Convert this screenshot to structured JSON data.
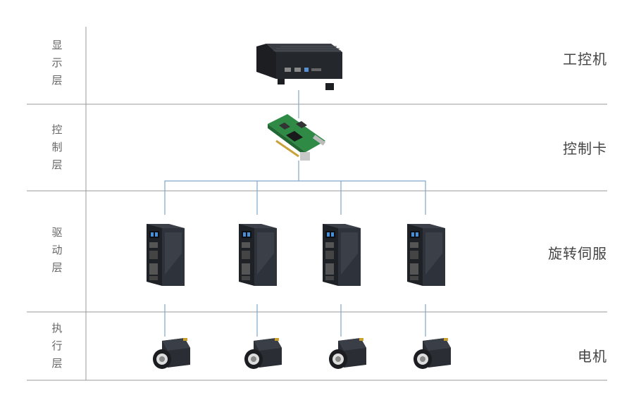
{
  "layers": [
    {
      "label": [
        "显",
        "示",
        "层"
      ],
      "device": "工控机"
    },
    {
      "label": [
        "控",
        "制",
        "层"
      ],
      "device": "控制卡"
    },
    {
      "label": [
        "驱",
        "动",
        "层"
      ],
      "device": "旋转伺服"
    },
    {
      "label": [
        "执",
        "行",
        "层"
      ],
      "device": "电机"
    }
  ],
  "colors": {
    "grid": "#9a9a9a",
    "link": "#7fa6cc",
    "device": "#2a2d33"
  },
  "icons": [
    "industrial-pc-icon",
    "control-card-icon",
    "servo-drive-icon",
    "servo-motor-icon"
  ]
}
